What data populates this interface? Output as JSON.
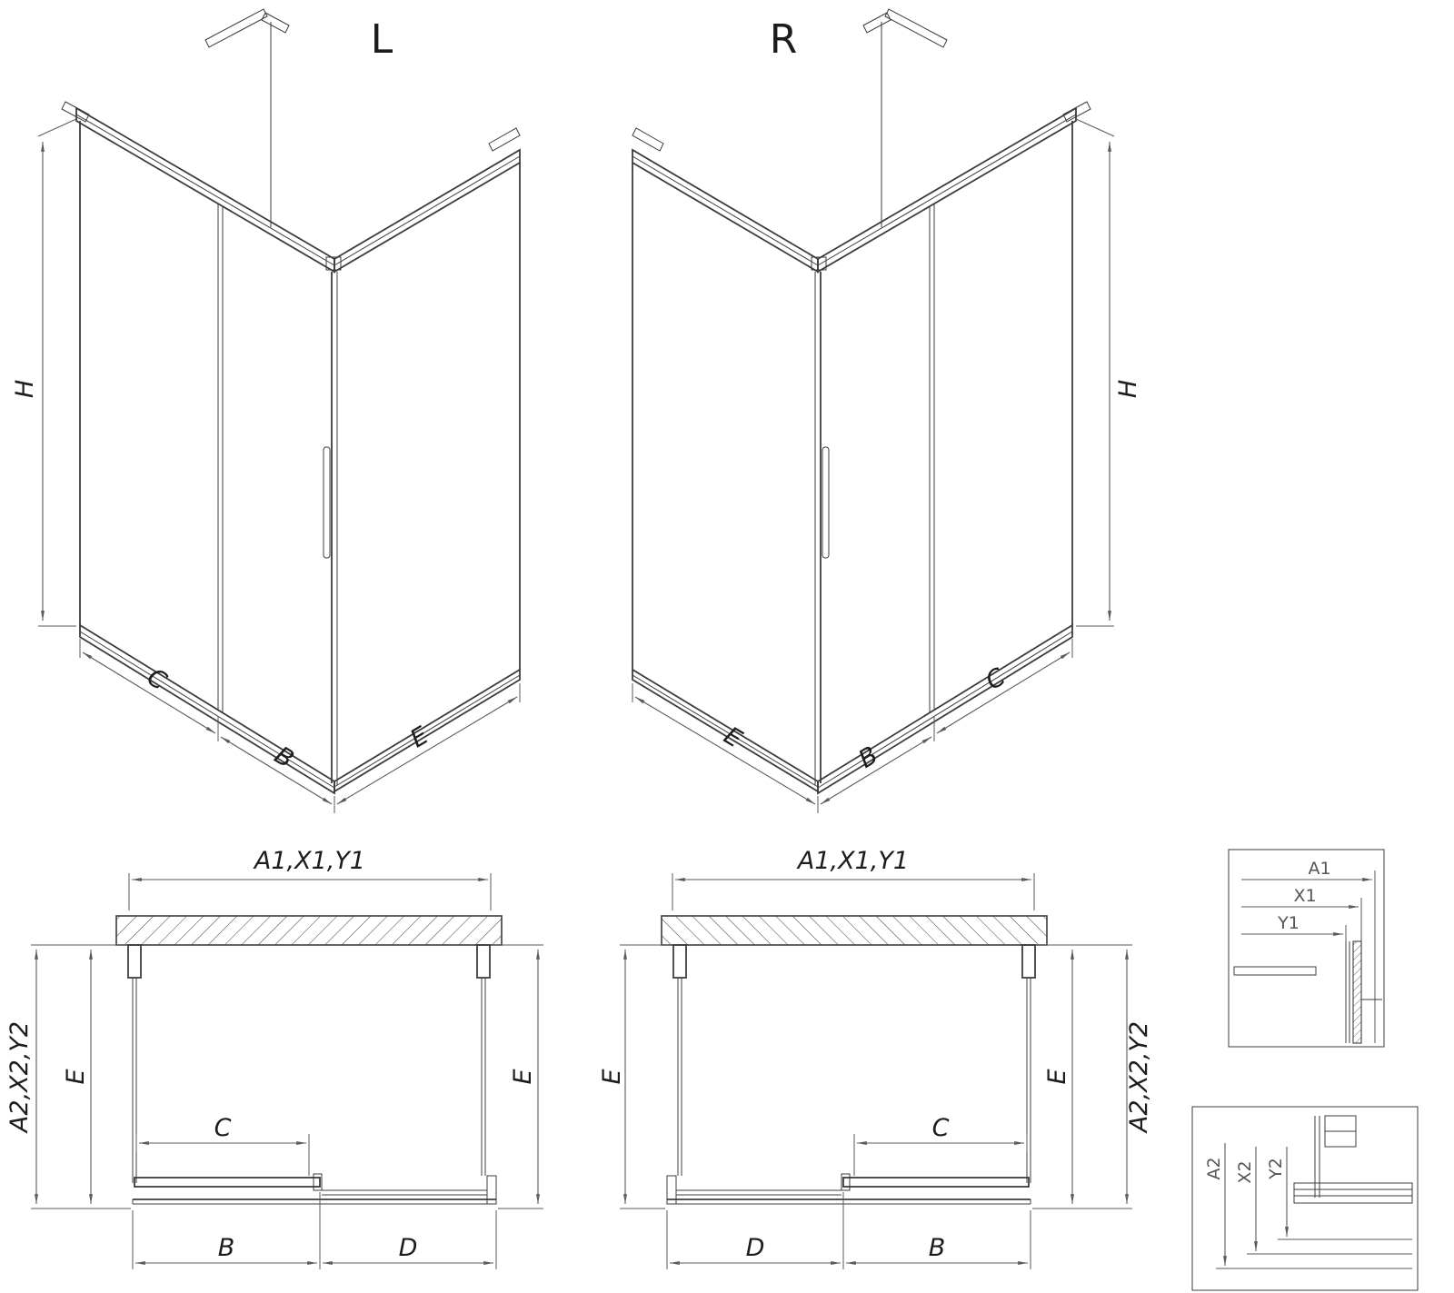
{
  "colors": {
    "background": "#ffffff",
    "line": "#3c3c3c",
    "dimension": "#5a5a5a"
  },
  "iso_left": {
    "title": "L",
    "dim_height": "H",
    "dim_fixed": "C",
    "dim_door": "B",
    "dim_side": "E"
  },
  "iso_right": {
    "title": "R",
    "dim_height": "H",
    "dim_fixed": "C",
    "dim_door": "B",
    "dim_side": "E"
  },
  "plan_left": {
    "dim_width": "A1,X1,Y1",
    "dim_depth_total": "A2,X2,Y2",
    "dim_depth_left": "E",
    "dim_depth_right": "E",
    "dim_opening": "C",
    "dim_door": "B",
    "dim_fixed": "D"
  },
  "plan_right": {
    "dim_width": "A1,X1,Y1",
    "dim_depth_total": "A2,X2,Y2",
    "dim_depth_left": "E",
    "dim_depth_right": "E",
    "dim_opening": "C",
    "dim_door": "B",
    "dim_fixed": "D"
  },
  "detail_top": {
    "dim_a1": "A1",
    "dim_x1": "X1",
    "dim_y1": "Y1"
  },
  "detail_bottom": {
    "dim_a2": "A2",
    "dim_x2": "X2",
    "dim_y2": "Y2"
  }
}
